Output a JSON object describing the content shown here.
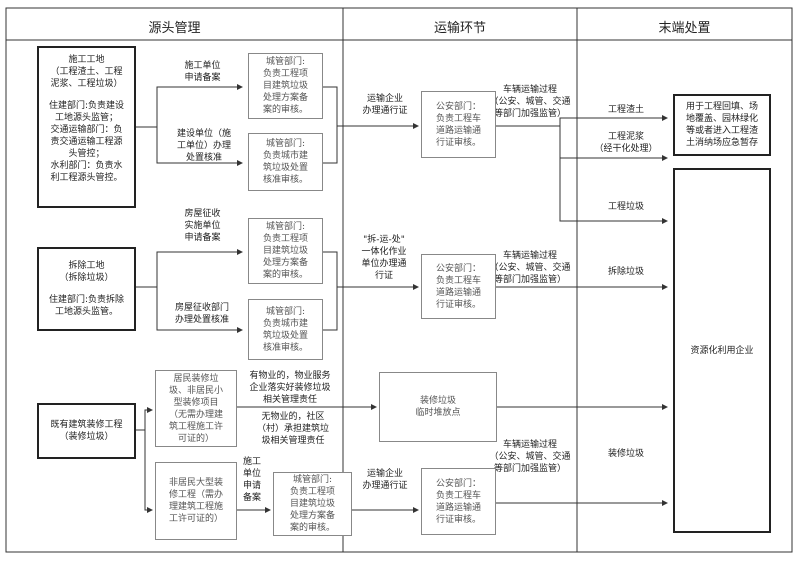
{
  "headers": {
    "source": "源头管理",
    "transport": "运输环节",
    "end": "末端处置"
  },
  "source_sites": {
    "construction": {
      "title": "施工工地\n（工程渣土、工程\n泥浆、工程垃圾）",
      "body": "住建部门:负责建设\n工地源头监管；\n交通运输部门：负\n责交通运输工程源\n头管控；\n水利部门：负责水\n利工程源头管控。"
    },
    "demolition": {
      "title": "拆除工地\n（拆除垃圾）",
      "body": "住建部门:负责拆除\n工地源头监管。"
    },
    "renovation": "既有建筑装修工程\n（装修垃圾）"
  },
  "flow_labels": {
    "construction_unit_filing": "施工单位\n申请备案",
    "build_unit_permit": "建设单位（施\n工单位）办理\n处置核准",
    "housing_levy_filing": "房屋征收\n实施单位\n申请备案",
    "housing_levy_permit": "房屋征收部门\n办理处置核准",
    "property_service": "有物业的，物业服务\n企业落实好装修垃圾\n相关管理责任",
    "no_property": "无物业的，社区\n（村）承担建筑垃\n圾相关管理责任",
    "construction_unit_filing_2": "施工\n单位\n申请\n备案",
    "transport_permit_1": "运输企业\n办理通行证",
    "transport_permit_2": "\"拆-运-处\"\n一体化作业\n单位办理通\n行证",
    "transport_permit_3": "运输企业\n办理通行证",
    "vehicle_process_1": "车辆运输过程\n（公安、城管、交通\n等部门加强监管）",
    "vehicle_process_2": "车辆运输过程\n（公安、城管、交通\n等部门加强监管）",
    "vehicle_process_3": "车辆运输过程\n（公安、城管、交通\n等部门加强监管）",
    "eng_soil": "工程渣土",
    "eng_mud": "工程泥浆\n（经干化处理）",
    "eng_waste": "工程垃圾",
    "demo_waste": "拆除垃圾",
    "reno_waste": "装修垃圾"
  },
  "review_boxes": {
    "plan_review_1": "城管部门:\n负责工程项\n目建筑垃圾\n处理方案备\n案的审核。",
    "permit_review_1": "城管部门:\n负责城市建\n筑垃圾处置\n核准审核。",
    "plan_review_2": "城管部门:\n负责工程项\n目建筑垃圾\n处理方案备\n案的审核。",
    "permit_review_2": "城管部门:\n负责城市建\n筑垃圾处置\n核准审核。",
    "resident_small": "居民装修垃\n圾、非居民小\n型装修项目\n（无需办理建\n筑工程施工许\n可证的）",
    "non_resident_large": "非居民大型装\n修工程（需办\n理建筑工程施\n工许可证的）",
    "plan_review_3": "城管部门:\n负责工程项\n目建筑垃圾\n处理方案备\n案的审核。",
    "police_1": "公安部门：\n负责工程车\n道路运输通\n行证审核。",
    "police_2": "公安部门：\n负责工程车\n道路运输通\n行证审核。",
    "police_3": "公安部门：\n负责工程车\n道路运输通\n行证审核。",
    "temp_storage": "装修垃圾\n临时堆放点"
  },
  "end_boxes": {
    "backfill": "用于工程回填、场\n地覆盖、园林绿化\n等或者进入工程渣\n土消纳场应急暂存",
    "recycling": "资源化利用企业"
  }
}
